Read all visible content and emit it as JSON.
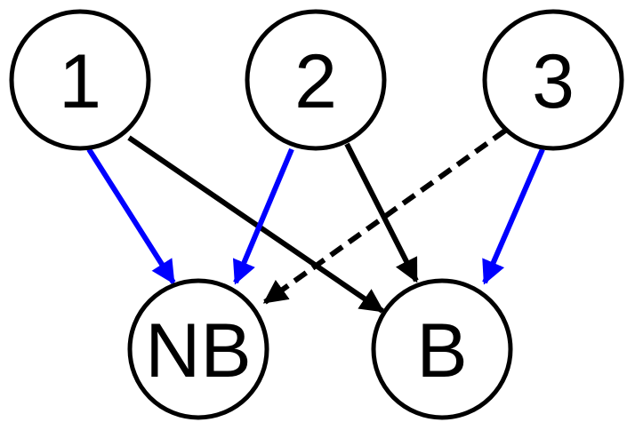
{
  "diagram": {
    "nodes": [
      {
        "id": "1",
        "label": "1"
      },
      {
        "id": "2",
        "label": "2"
      },
      {
        "id": "3",
        "label": "3"
      },
      {
        "id": "NB",
        "label": "NB"
      },
      {
        "id": "B",
        "label": "B"
      }
    ],
    "edges": [
      {
        "from": "1",
        "to": "NB",
        "color": "#0000ff",
        "style": "solid"
      },
      {
        "from": "1",
        "to": "B",
        "color": "#000000",
        "style": "solid"
      },
      {
        "from": "2",
        "to": "NB",
        "color": "#0000ff",
        "style": "solid"
      },
      {
        "from": "2",
        "to": "B",
        "color": "#000000",
        "style": "solid"
      },
      {
        "from": "3",
        "to": "NB",
        "color": "#000000",
        "style": "dashed"
      },
      {
        "from": "3",
        "to": "B",
        "color": "#0000ff",
        "style": "solid"
      }
    ]
  }
}
